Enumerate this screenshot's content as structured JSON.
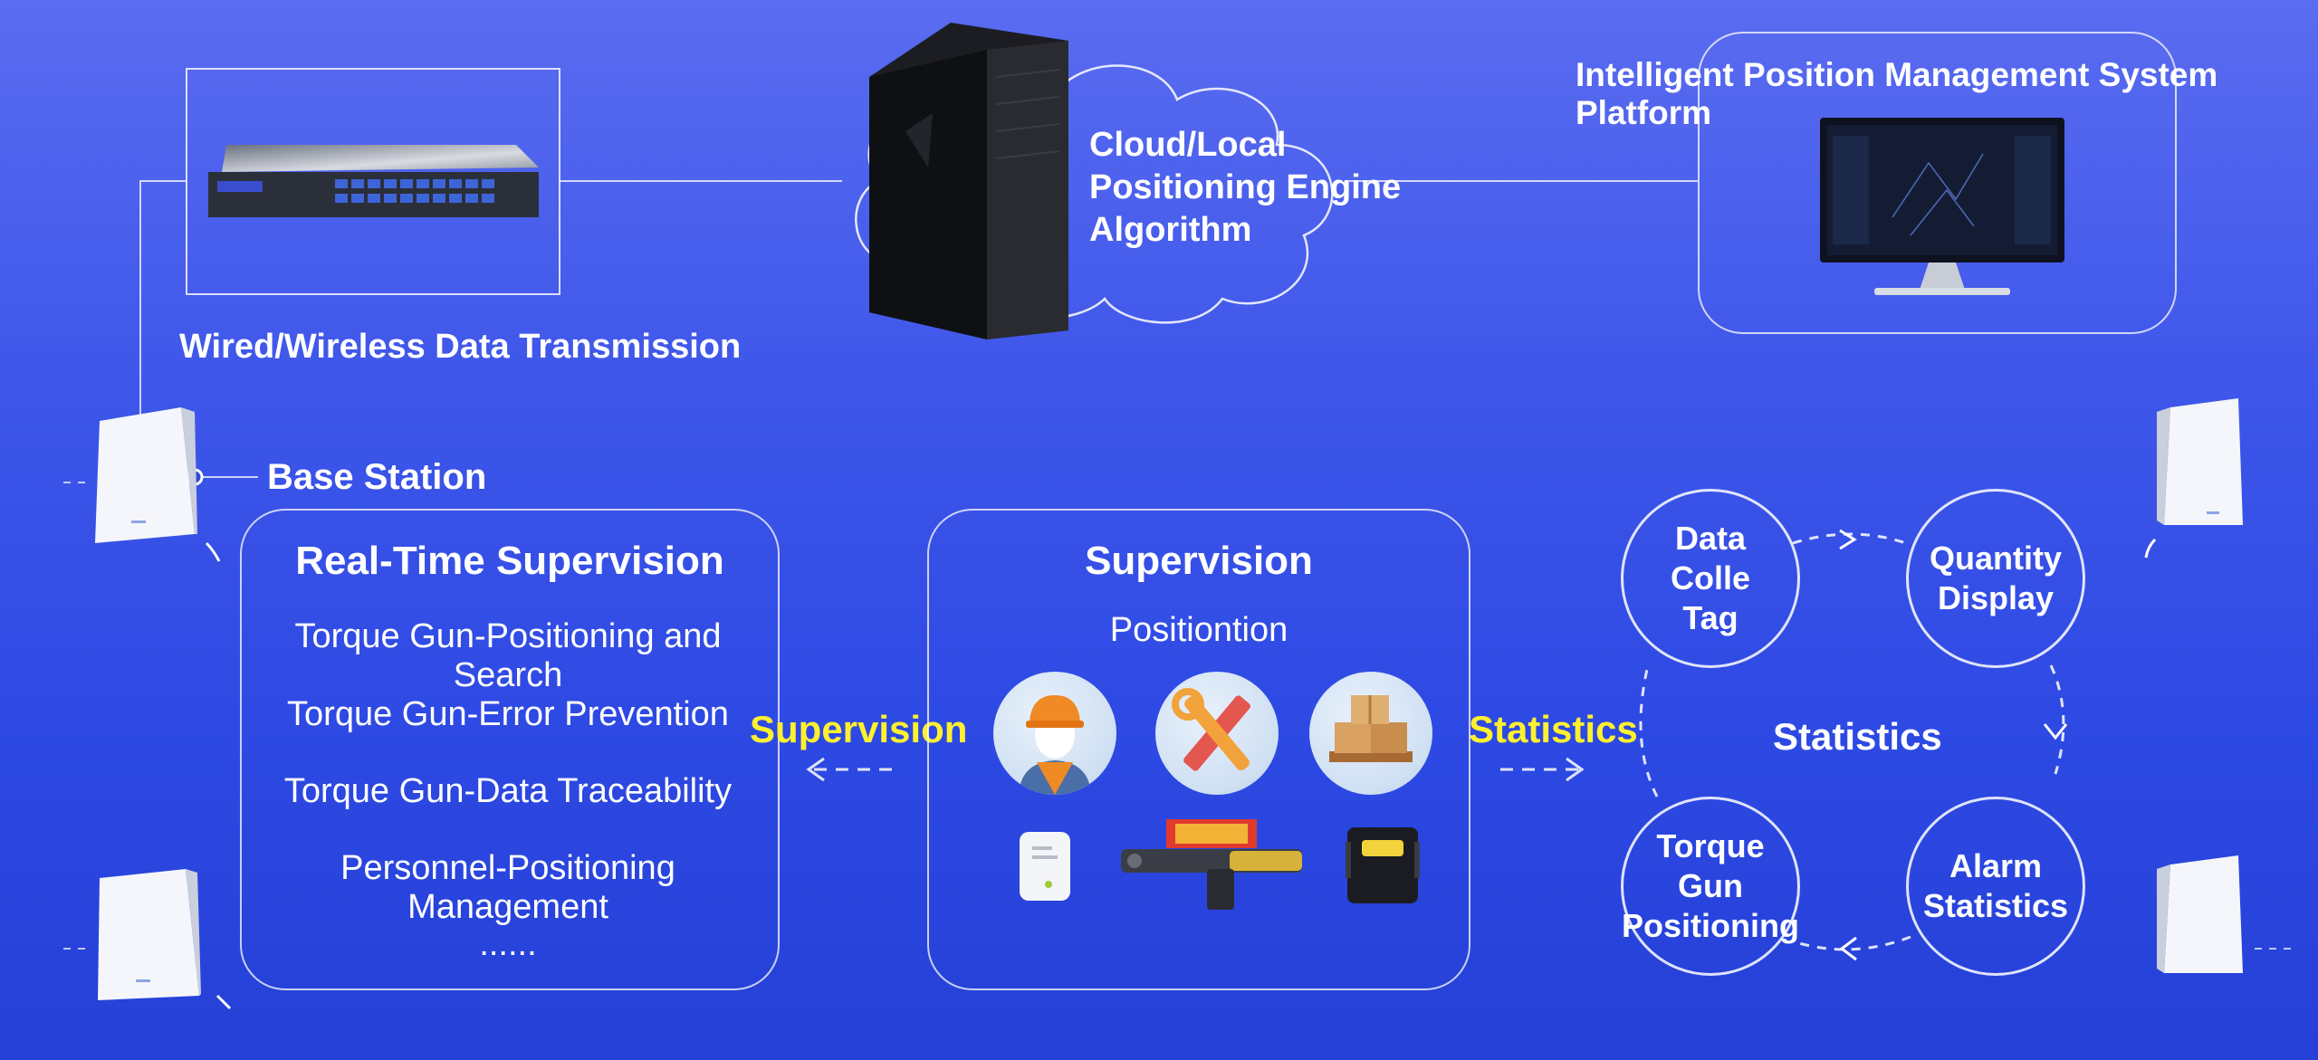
{
  "labels": {
    "wired": "Wired/Wireless Data Transmission",
    "cloud": "Cloud/Local\nPositioning Engine\nAlgorithm",
    "platform": "Intelligent Position Management System Platform",
    "base_station": "Base Station"
  },
  "real_time": {
    "title": "Real-Time Supervision",
    "items": [
      "Torque Gun-Positioning and Search",
      "Torque Gun-Error Prevention",
      "Torque Gun-Data Traceability",
      "Personnel-Positioning Management",
      "......"
    ]
  },
  "supervision_panel": {
    "title": "Supervision",
    "subtitle": "Positiontion"
  },
  "connectors": {
    "left": "Supervision",
    "right": "Statistics"
  },
  "statistics": {
    "center": "Statistics",
    "nodes": {
      "data_tag": "Data\nColle\nTag",
      "quantity": "Quantity\nDisplay",
      "alarm": "Alarm\nStatistics",
      "torque": "Torque\nGun\nPositioning"
    }
  },
  "icons": {
    "switch": "network-switch-icon",
    "server": "server-tower-icon",
    "cloud": "cloud-icon",
    "monitor": "monitor-icon",
    "base_station": "base-station-icon",
    "worker": "worker-icon",
    "tools": "tools-icon",
    "boxes": "boxes-icon",
    "tag": "tag-device-icon",
    "torque_gun": "torque-gun-icon",
    "tracker": "tracker-device-icon"
  },
  "colors": {
    "highlight": "#fff12e",
    "line": "#ffffff",
    "background": "#3a52e8"
  }
}
